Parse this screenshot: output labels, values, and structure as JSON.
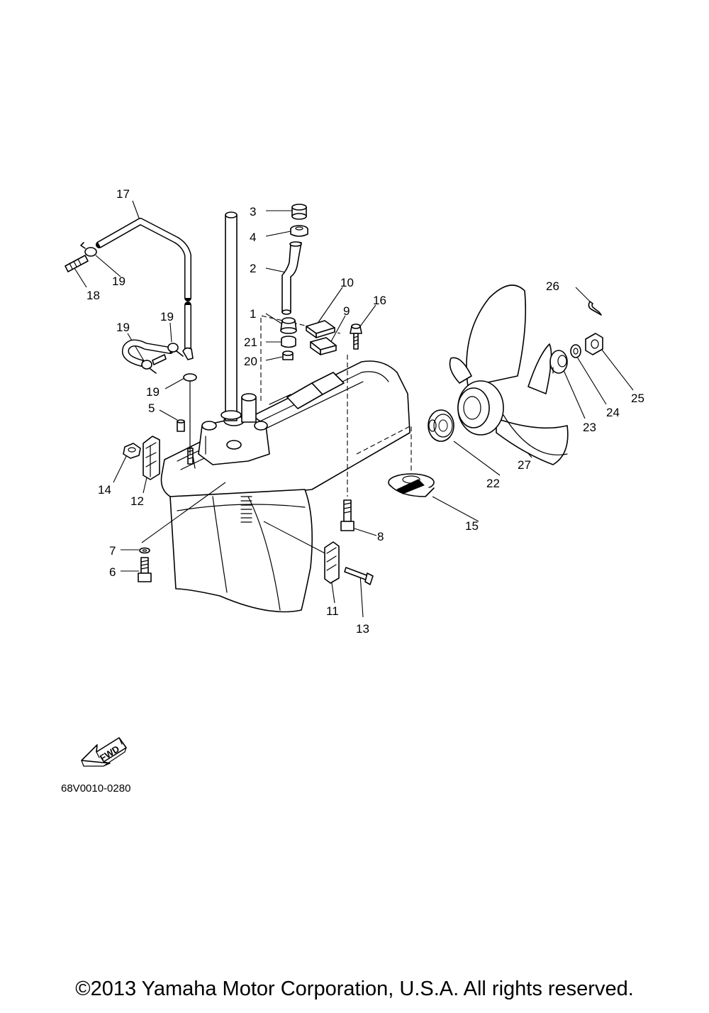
{
  "diagram": {
    "drawing_code": "68V0010-0280",
    "fwd_label": "FWD",
    "copyright": "©2013 Yamaha Motor Corporation, U.S.A. All rights reserved.",
    "callouts": [
      "1",
      "2",
      "3",
      "4",
      "5",
      "6",
      "7",
      "8",
      "9",
      "10",
      "11",
      "12",
      "13",
      "14",
      "15",
      "16",
      "17",
      "18",
      "19",
      "19",
      "19",
      "19",
      "20",
      "21",
      "22",
      "23",
      "24",
      "25",
      "26",
      "27"
    ]
  }
}
